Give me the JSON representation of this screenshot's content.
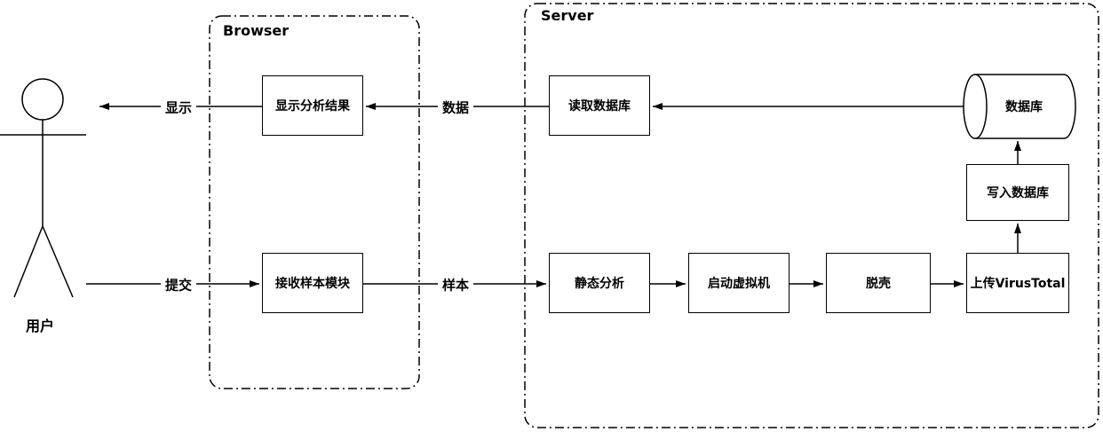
{
  "diagram": {
    "actor": {
      "label": "用户"
    },
    "containers": {
      "browser": {
        "label": "Browser"
      },
      "server": {
        "label": "Server"
      }
    },
    "nodes": {
      "display_results": {
        "label": "显示分析结果"
      },
      "receive_sample": {
        "label": "接收样本模块"
      },
      "read_db": {
        "label": "读取数据库"
      },
      "database": {
        "label": "数据库"
      },
      "write_db": {
        "label": "写入数据库"
      },
      "static_analysis": {
        "label": "静态分析"
      },
      "start_vm": {
        "label": "启动虚拟机"
      },
      "unpack": {
        "label": "脱壳"
      },
      "upload_virustotal": {
        "label": "上传VirusTotal"
      }
    },
    "edge_labels": {
      "display": "显示",
      "data": "数据",
      "submit": "提交",
      "sample": "样本"
    },
    "colors": {
      "stroke": "#000000",
      "background": "#ffffff"
    }
  }
}
